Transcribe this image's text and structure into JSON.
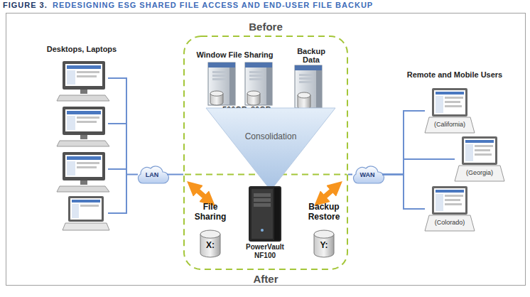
{
  "diagram": {
    "title": "REDESIGNING ESG SHARED FILE ACCESS AND END-USER FILE BACKUP",
    "nodes": [
      {
        "text": [
          "LAN"
        ]
      },
      {
        "text": [
          "Before",
          "After"
        ]
      },
      {
        "text": [
          "500GB"
        ],
        "in": 1
      },
      {
        "text": [
          "80GB"
        ],
        "in": 1
      },
      {
        "text": [
          "Consolidation"
        ],
        "in": 1
      },
      {
        "text": [
          "PowerVault NF100"
        ],
        "in": 1
      },
      {
        "text": [
          "File Sharing",
          "X:"
        ],
        "in": 1
      },
      {
        "text": [
          "Backup Restore",
          "Y:"
        ],
        "in": 1
      },
      {
        "text": [
          "WAN"
        ]
      },
      {
        "text": [
          "(California)"
        ]
      },
      {
        "text": [
          "(Georgia)"
        ]
      },
      {
        "text": [
          "(Colorado)"
        ]
      }
    ],
    "edges": [
      {
        "from": 0,
        "to": 1,
        "arrow": "none"
      },
      {
        "from": 1,
        "to": 8,
        "arrow": "none"
      },
      {
        "from": 8,
        "to": 9,
        "arrow": "none"
      },
      {
        "from": 8,
        "to": 10,
        "arrow": "none"
      },
      {
        "from": 8,
        "to": 11,
        "arrow": "none"
      }
    ],
    "labels": [
      "FIGURE 3.",
      "Desktops, Laptops",
      "Window File Sharing",
      "Backup Data",
      "Remote and Mobile Users"
    ]
  }
}
